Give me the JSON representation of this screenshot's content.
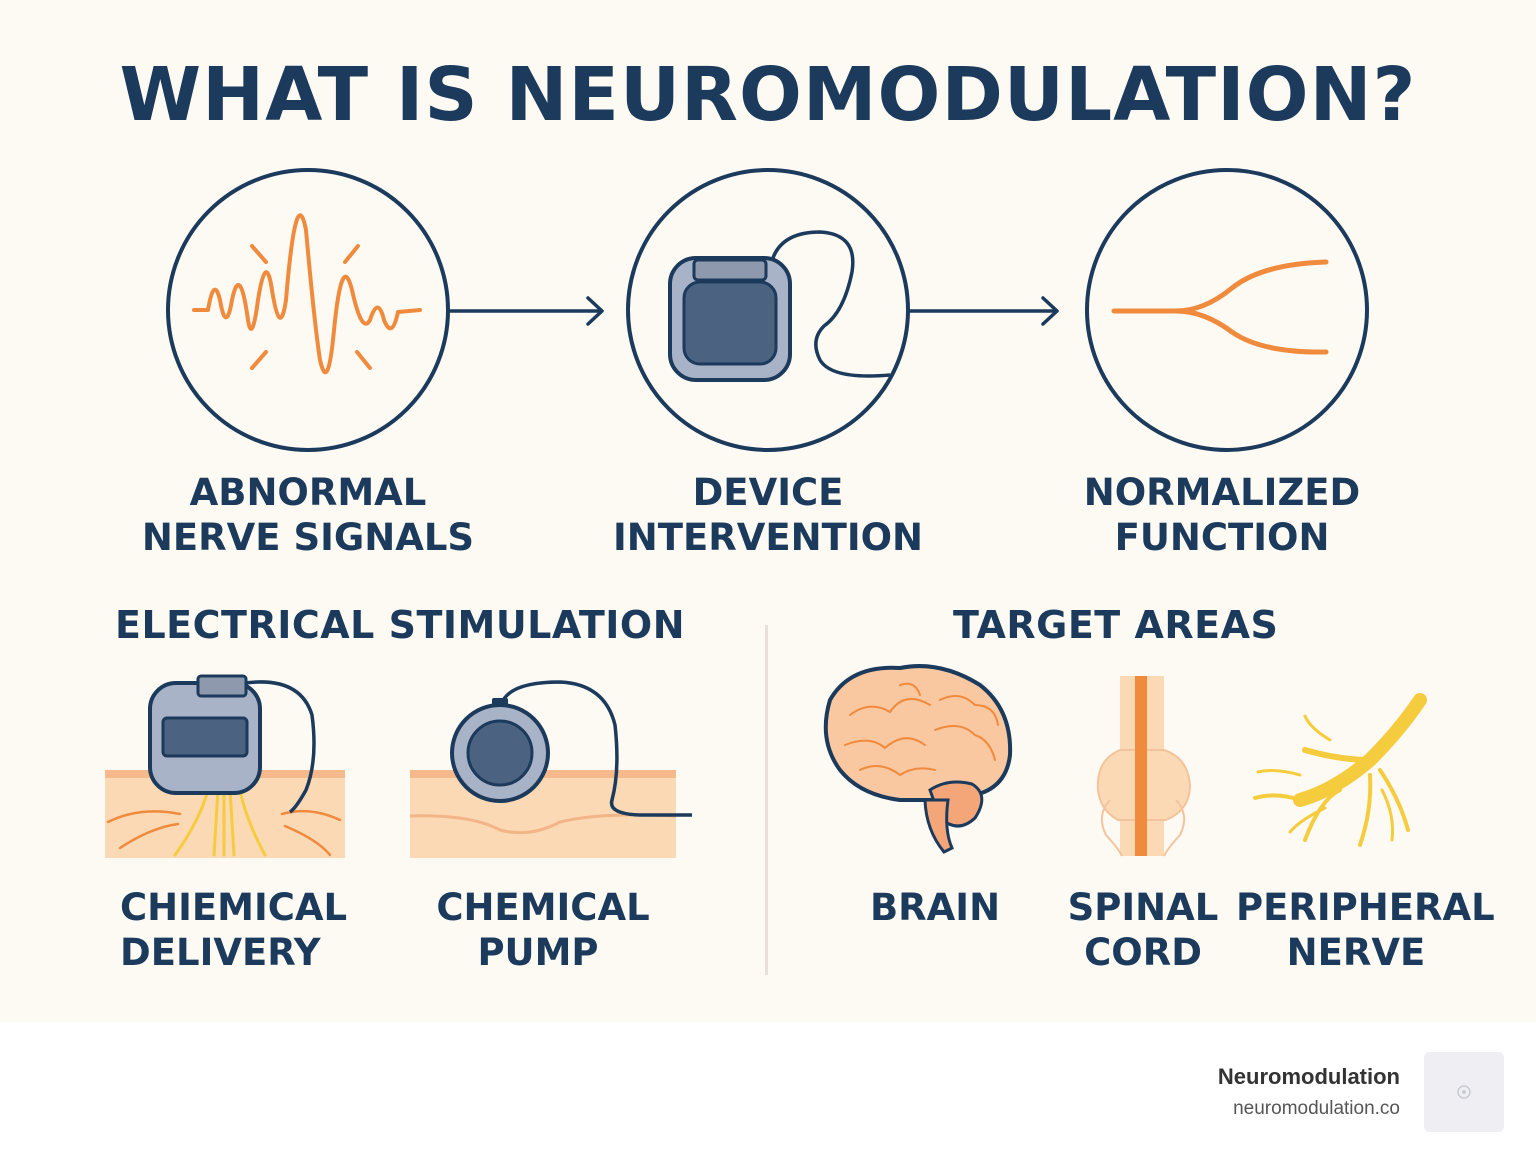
{
  "title": "WHAT IS NEUROMODULATION?",
  "process_steps": [
    {
      "line1": "ABNORMAL",
      "line2": "NERVE SIGNALS",
      "icon": "wave-icon"
    },
    {
      "line1": "DEVICE",
      "line2": "INTERVENTION",
      "icon": "stimulator-device-icon"
    },
    {
      "line1": "NORMALIZED",
      "line2": "FUNCTION",
      "icon": "split-signal-icon"
    }
  ],
  "left_section": {
    "heading": "ELECTRICAL STIMULATION",
    "items": [
      {
        "line1": "CHIEMICAL",
        "line2": "DELIVERY"
      },
      {
        "line1": "CHEMICAL",
        "line2": "PUMP"
      }
    ]
  },
  "right_section": {
    "heading": "TARGET AREAS",
    "items": [
      {
        "line1": "BRAIN",
        "line2": ""
      },
      {
        "line1": "SPINAL",
        "line2": "CORD"
      },
      {
        "line1": "PERIPHERAL",
        "line2": "NERVE"
      }
    ]
  },
  "footer": {
    "name": "Neuromodulation",
    "url": "neuromodulation.co"
  },
  "colors": {
    "navy": "#1b3a5c",
    "orange": "#f08a3c",
    "background": "#fdfaf3",
    "skin": "#fbd9b5",
    "nerve_yellow": "#f6cc3f"
  }
}
